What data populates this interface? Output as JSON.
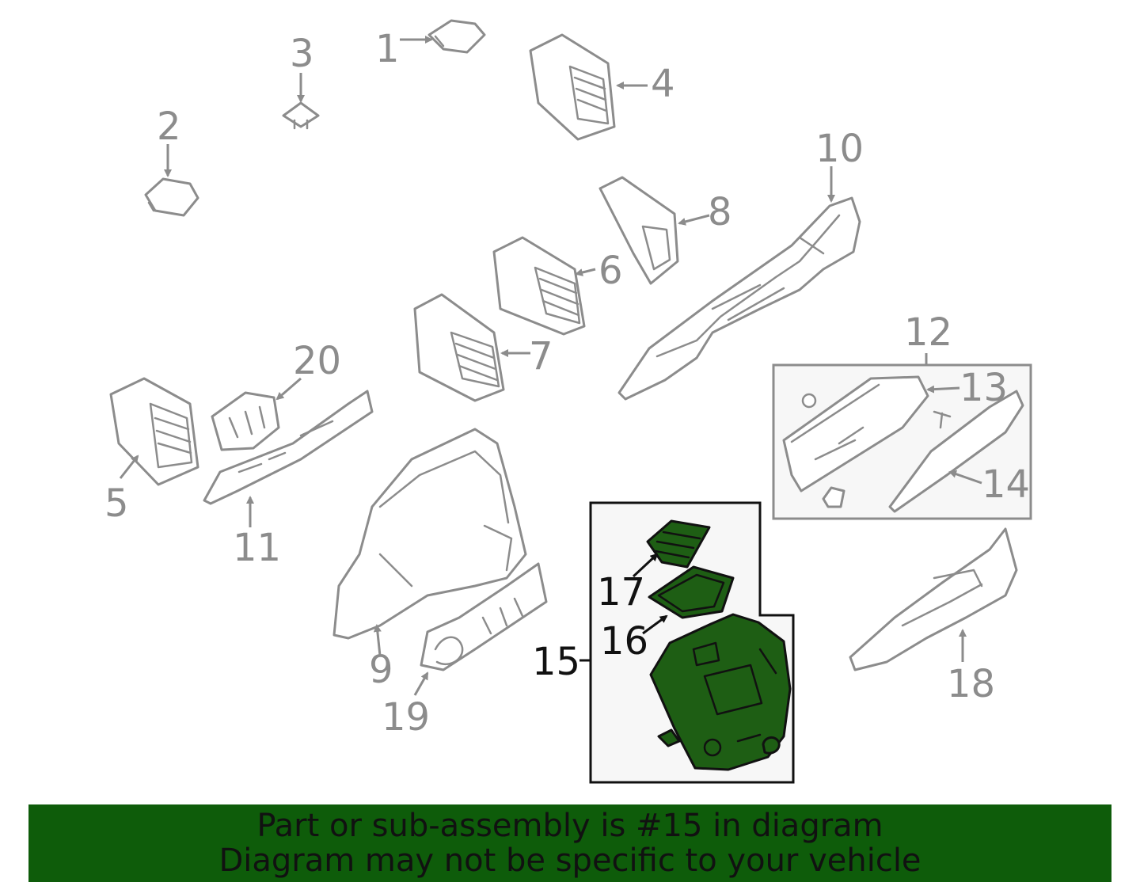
{
  "callouts": {
    "n1": "1",
    "n2": "2",
    "n3": "3",
    "n4": "4",
    "n5": "5",
    "n6": "6",
    "n7": "7",
    "n8": "8",
    "n9": "9",
    "n10": "10",
    "n11": "11",
    "n12": "12",
    "n13": "13",
    "n14": "14",
    "n15": "15",
    "n16": "16",
    "n17": "17",
    "n18": "18",
    "n19": "19",
    "n20": "20"
  },
  "banner": {
    "line1": "Part or sub-assembly is #15 in diagram",
    "line2": "Diagram may not be specific to your vehicle"
  },
  "colors": {
    "highlight_part": "#1e5e14",
    "banner_background": "#0e5c0a",
    "part_outline": "#8c8c8c",
    "inset_background": "#f7f7f7"
  }
}
